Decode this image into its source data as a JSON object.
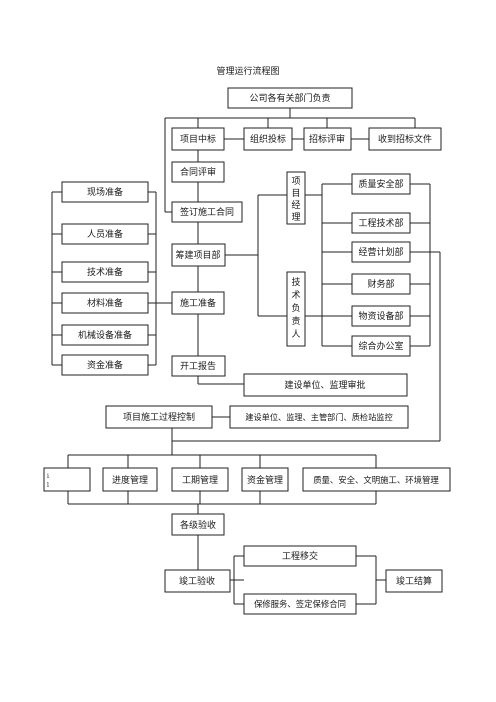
{
  "title": "管理运行流程图",
  "nodes": {
    "company_depts": "公司各有关部门负责",
    "project_bid": "项目中标",
    "organize_bid": "组织投标",
    "bid_review": "招标评审",
    "receive_docs": "收到招标文件",
    "contract_review": "合同评审",
    "sign_contract": "签订施工合同",
    "prep_dept": "筹建项目部",
    "construction_prep": "施工准备",
    "start_report": "开工报告",
    "approval": "建设单位、监理审批",
    "process_control": "项目施工过程控制",
    "monitoring": "建设单位、监理、主管部门、质检站监控",
    "schedule_mgmt": "进度管理",
    "period_mgmt": "工期管理",
    "fund_mgmt": "资金管理",
    "quality_mgmt": "质量、安全、文明施工、环境管理",
    "partial_box": "技\n质",
    "acceptance": "各级验收",
    "completion_acceptance": "竣工验收",
    "handover": "工程移交",
    "warranty": "保修服务、签定保修合同",
    "final_settlement": "竣工结算",
    "project_manager": "项目经理",
    "tech_lead": "技术负责人"
  },
  "prep_items": [
    "现场准备",
    "人员准备",
    "技术准备",
    "材料准备",
    "机械设备准备",
    "资金准备"
  ],
  "departments": [
    "质量安全部",
    "工程技术部",
    "经营计划部",
    "财务部",
    "物资设备部",
    "综合办公室"
  ]
}
